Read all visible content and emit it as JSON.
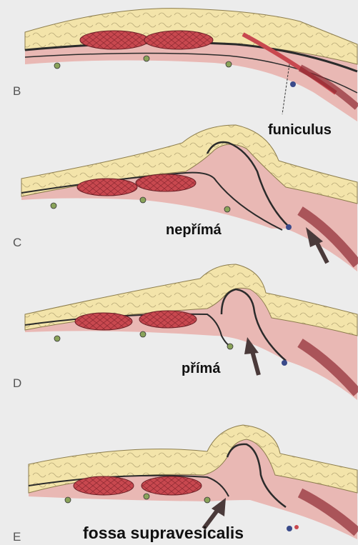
{
  "panels": [
    {
      "letter": "B",
      "label": "funiculus"
    },
    {
      "letter": "C",
      "label": "nepřímá"
    },
    {
      "letter": "D",
      "label": "přímá"
    },
    {
      "letter": "E",
      "label": "fossa supravesicalis"
    }
  ],
  "colors": {
    "background": "#ececec",
    "skin_fat": "#f1e2a6",
    "muscle": "#c2474f",
    "fascia_pink": "#e9b8b4",
    "dark_line": "#2b2b2b",
    "vessel_green": "#8aa35a",
    "arrow": "#4a3a3a"
  }
}
